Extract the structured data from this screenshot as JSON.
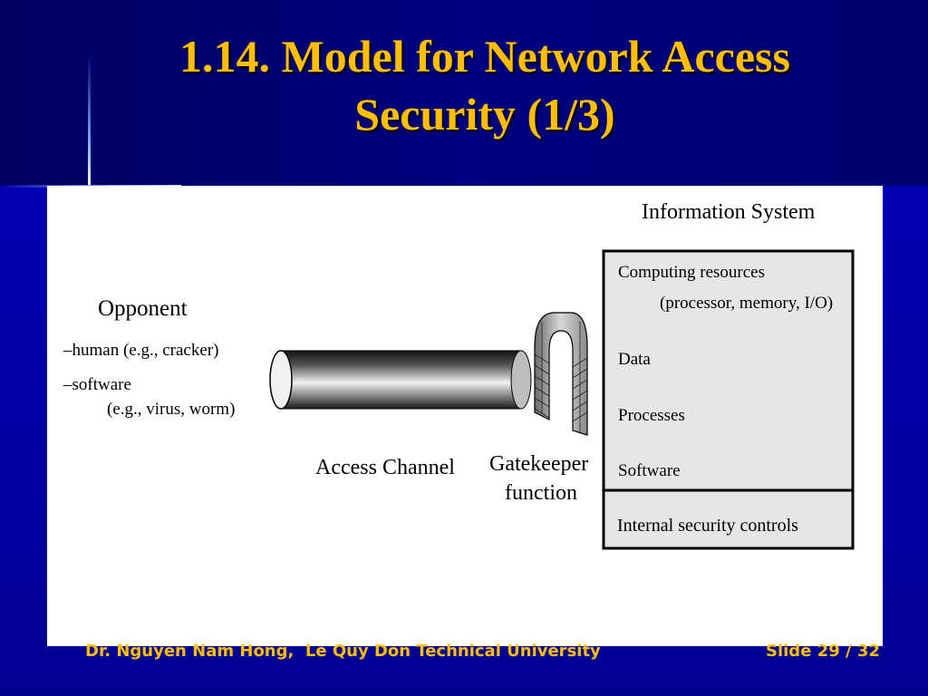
{
  "slide": {
    "title_line1": "1.14. Model for Network Access",
    "title_line2": "Security (1/3)"
  },
  "diagram": {
    "opponent": {
      "heading": "Opponent",
      "items": [
        "–human (e.g., cracker)",
        "–software"
      ],
      "item2_detail": "(e.g., virus, worm)"
    },
    "access_channel_label": "Access Channel",
    "gatekeeper_label_line1": "Gatekeeper",
    "gatekeeper_label_line2": "function",
    "information_system": {
      "heading": "Information System",
      "computing_resources": "Computing resources",
      "computing_detail": "(processor, memory, I/O)",
      "data": "Data",
      "processes": "Processes",
      "software": "Software",
      "internal_controls": "Internal security controls"
    }
  },
  "footer": {
    "author": "Dr. Nguyen Nam Hong,  Le Quy Don Technical University",
    "slide_number": "Slide 29 / 32"
  },
  "colors": {
    "title": "#ffbf00",
    "background": "#000080",
    "panel": "#ffffff",
    "system_box": "#e6e6e6"
  }
}
